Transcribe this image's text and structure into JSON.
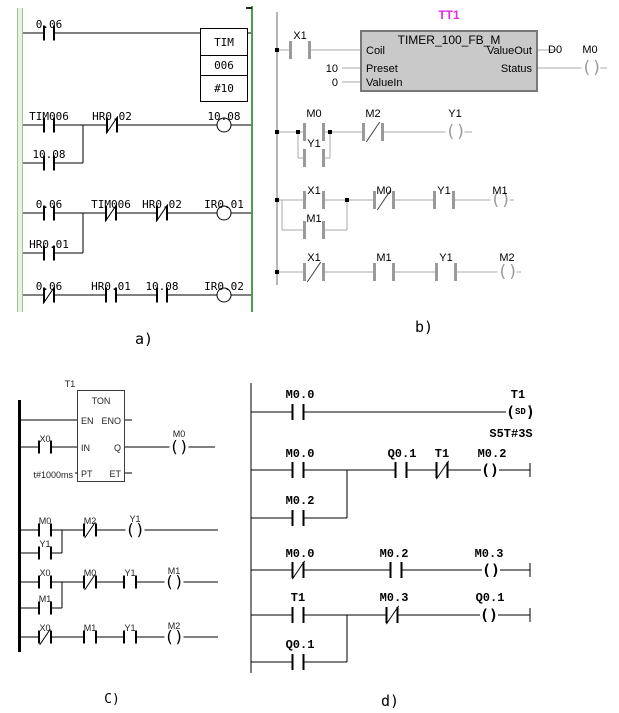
{
  "colors": {
    "tag_magenta": "#e32ae3",
    "panel_a_rail_green": "#4f9b4f",
    "panel_b_gray": "#9a9a9a",
    "block_fill": "#c9c9c9"
  },
  "panel_a": {
    "caption": "a)",
    "rung1": {
      "c1": "0.06",
      "box": {
        "title": "TIM",
        "addr": "006",
        "preset": "#10"
      }
    },
    "rung2": {
      "c1": "TIM006",
      "c2": "HR0.02",
      "coil": "10.08",
      "branch": "10.08"
    },
    "rung3": {
      "c1": "0.06",
      "c2": "TIM006",
      "c3": "HR0.02",
      "coil": "IR0.01",
      "branch": "HR0.01"
    },
    "rung4": {
      "c1": "0.06",
      "c2": "HR0.01",
      "c3": "10.08",
      "coil": "IR0.02"
    }
  },
  "panel_b": {
    "caption": "b)",
    "rung1": {
      "c1": "X1",
      "block_tag": "TT1",
      "block_title": "TIMER_100_FB_M",
      "pin_coil": "Coil",
      "pin_preset": "Preset",
      "pin_valuein": "ValueIn",
      "pin_valueout": "ValueOut",
      "pin_status": "Status",
      "preset_value": "10",
      "valuein_value": "0",
      "valueout_var": "D0",
      "coil": "M0"
    },
    "rung2": {
      "c1": "M0",
      "branch": "Y1",
      "c2": "M2",
      "coil": "Y1"
    },
    "rung3": {
      "c1": "X1",
      "branch": "M1",
      "c2": "M0",
      "c3": "Y1",
      "coil": "M1"
    },
    "rung4": {
      "c1": "X1",
      "c2": "M1",
      "c3": "Y1",
      "coil": "M2"
    }
  },
  "panel_c": {
    "caption": "C)",
    "rung1": {
      "block_tag": "T1",
      "block_title": "TON",
      "pin_en": "EN",
      "pin_eno": "ENO",
      "pin_in": "IN",
      "pin_q": "Q",
      "pin_pt": "PT",
      "pin_et": "ET",
      "c1": "X0",
      "pt_value": "t#1000ms",
      "coil": "M0"
    },
    "rung2": {
      "c1": "M0",
      "branch": "Y1",
      "c2": "M2",
      "coil": "Y1"
    },
    "rung3": {
      "c1": "X0",
      "branch": "M1",
      "c2": "M0",
      "c3": "Y1",
      "coil": "M1"
    },
    "rung4": {
      "c1": "X0",
      "c2": "M1",
      "c3": "Y1",
      "coil": "M2"
    }
  },
  "panel_d": {
    "caption": "d)",
    "rung1": {
      "c1": "M0.0",
      "coil_tag": "T1",
      "coil_text": "SD",
      "preset": "S5T#3S"
    },
    "rung2": {
      "c1": "M0.0",
      "branch": "M0.2",
      "c2": "Q0.1",
      "c3": "T1",
      "coil": "M0.2"
    },
    "rung3": {
      "c1": "M0.0",
      "c2": "M0.2",
      "coil": "M0.3"
    },
    "rung4": {
      "c1": "T1",
      "branch": "Q0.1",
      "c2": "M0.3",
      "coil": "Q0.1"
    }
  }
}
